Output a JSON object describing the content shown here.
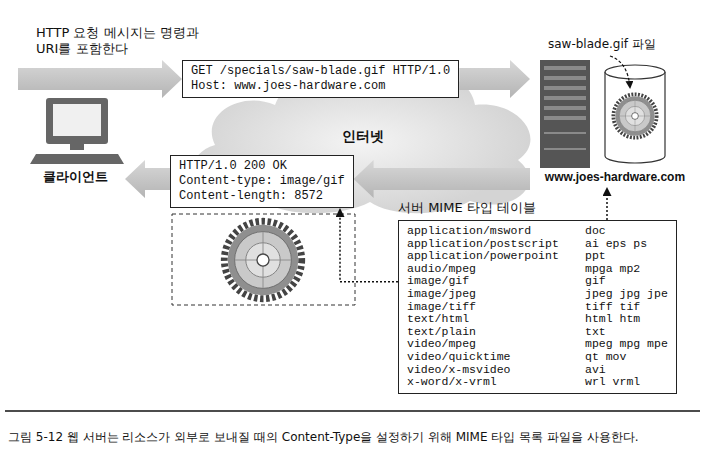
{
  "diagram": {
    "caption": "그림 5-12 웹 서버는 리소스가 외부로 보내질 때의 Content-Type을 설정하기 위해 MIME 타입 목록 파일을 사용한다.",
    "nodes": [
      {
        "text": [
          "클라이언트"
        ]
      },
      {
        "text": [
          "인터넷"
        ]
      },
      {
        "text": [
          "GET /specials/saw-blade.gif HTTP/1.0",
          "Host: www.joes-hardware.com"
        ]
      },
      {
        "text": [
          "HTTP/1.0 200 OK",
          "Content-type: image/gif",
          "Content-length: 8572"
        ]
      },
      {
        "text": [
          "www.joes-hardware.com"
        ]
      },
      {
        "text": [
          "서버 MIME 타입 테이블",
          "application/msword",
          "doc",
          "application/postscript",
          "ai eps ps",
          "application/powerpoint",
          "ppt",
          "audio/mpeg",
          "mpga mp2",
          "image/gif",
          "gif",
          "image/jpeg",
          "jpeg jpg jpe",
          "image/tiff",
          "tiff tif",
          "text/html",
          "html htm",
          "text/plain",
          "txt",
          "video/mpeg",
          "mpeg mpg mpe",
          "video/quicktime",
          "qt mov",
          "video/x-msvideo",
          "avi",
          "x-word/x-vrml",
          "wrl vrml"
        ]
      }
    ],
    "edges": [
      {
        "from": 0,
        "to": 2,
        "arrow": "to"
      },
      {
        "from": 2,
        "to": 4,
        "arrow": "to"
      },
      {
        "from": 4,
        "to": 3,
        "arrow": "to"
      },
      {
        "from": 3,
        "to": 0,
        "arrow": "to"
      },
      {
        "from": 5,
        "to": 3,
        "arrow": "to"
      },
      {
        "from": 5,
        "to": 4,
        "arrow": "to"
      }
    ],
    "labels": [
      "HTTP 요청 메시지는 명령과 URI를 포함한다",
      "saw-blade.gif 파일"
    ]
  }
}
